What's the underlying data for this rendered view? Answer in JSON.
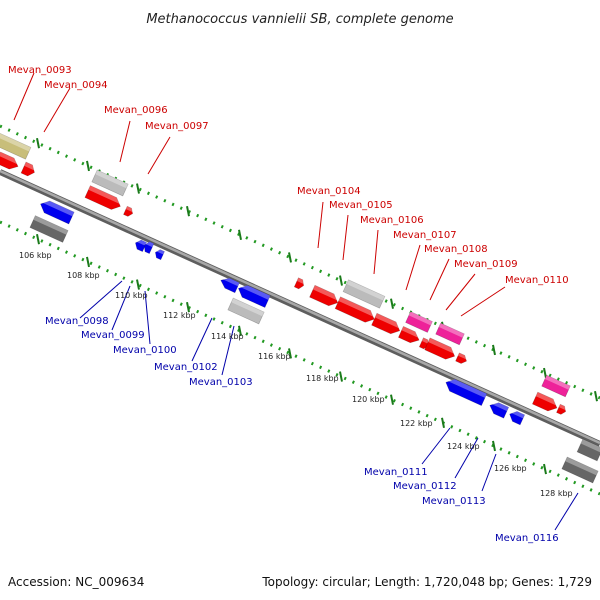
{
  "title": "Methanococcus vannielii SB, complete genome",
  "footer": {
    "accession": "Accession: NC_009634",
    "topology": "Topology: circular; Length: 1,720,048 bp; Genes: 1,729"
  },
  "colors": {
    "forward_label": "#cc0000",
    "reverse_label": "#0000aa",
    "backbone": "#8a8a8a",
    "tick_dots": "#229922",
    "red": "#ee0000",
    "blue": "#0000ee",
    "gray": "#bbbbbb",
    "darkgray": "#666666",
    "olive": "#c8be7a",
    "magenta": "#ee2299"
  },
  "tick_labels": [
    "106 kbp",
    "108 kbp",
    "110 kbp",
    "112 kbp",
    "114 kbp",
    "116 kbp",
    "118 kbp",
    "120 kbp",
    "122 kbp",
    "124 kbp",
    "126 kbp",
    "128 kbp"
  ],
  "forward_labels": [
    "Mevan_0093",
    "Mevan_0094",
    "Mevan_0096",
    "Mevan_0097",
    "Mevan_0104",
    "Mevan_0105",
    "Mevan_0106",
    "Mevan_0107",
    "Mevan_0108",
    "Mevan_0109",
    "Mevan_0110"
  ],
  "reverse_labels": [
    "Mevan_0098",
    "Mevan_0099",
    "Mevan_0100",
    "Mevan_0102",
    "Mevan_0103",
    "Mevan_0111",
    "Mevan_0112",
    "Mevan_0113",
    "Mevan_0116"
  ]
}
